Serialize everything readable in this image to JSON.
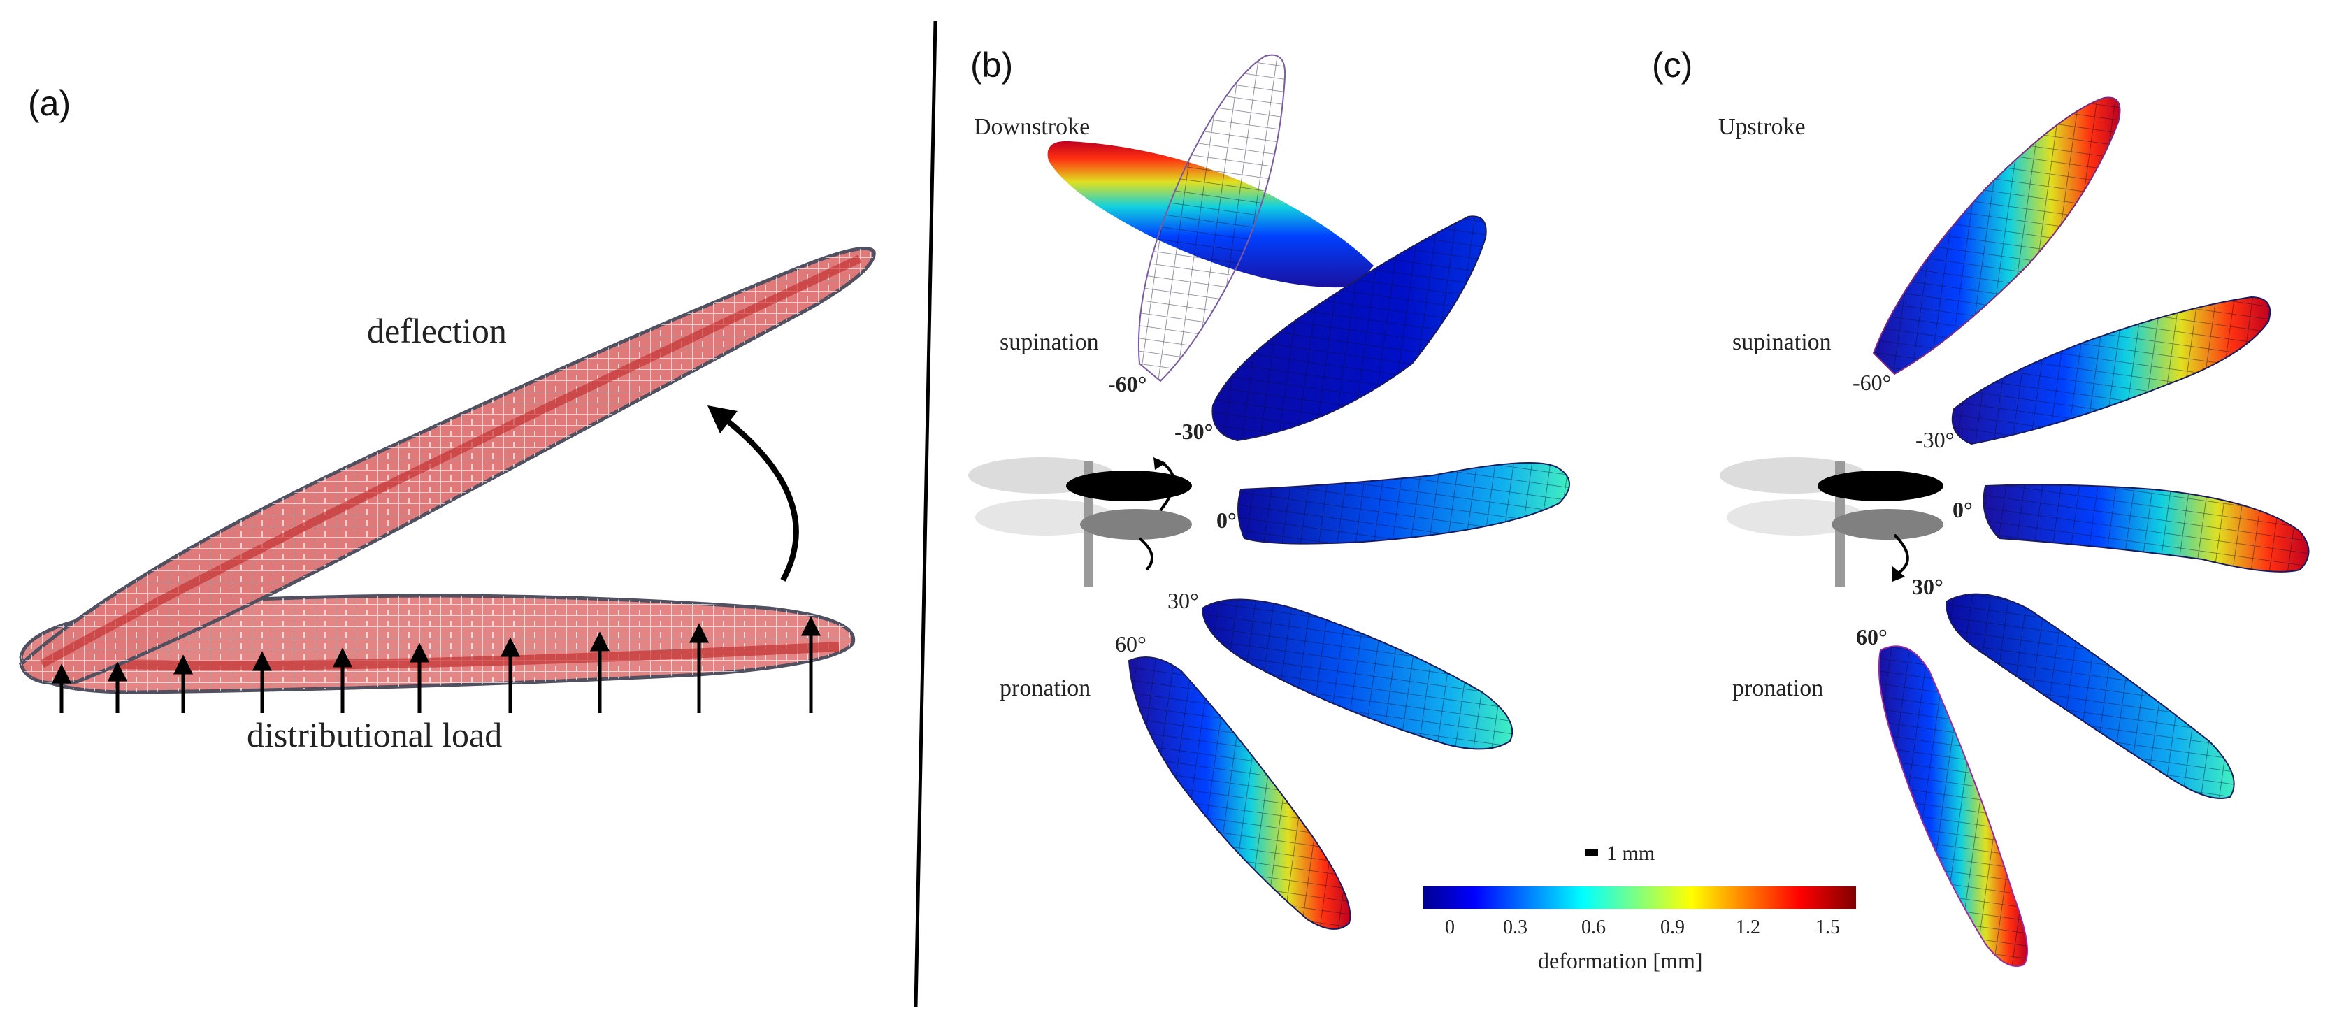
{
  "panels": {
    "a": {
      "label": "(a)",
      "deflection": "deflection",
      "load": "distributional load"
    },
    "b": {
      "label": "(b)",
      "stroke": "Downstroke",
      "supination": "supination",
      "pronation": "pronation",
      "angles": [
        "-60°",
        "-30°",
        "0°",
        "30°",
        "60°"
      ],
      "tip_deformation_mm": [
        1.55,
        0.15,
        0.7,
        0.8,
        1.6
      ]
    },
    "c": {
      "label": "(c)",
      "stroke": "Upstroke",
      "supination": "supination",
      "pronation": "pronation",
      "angles": [
        "-60°",
        "-30°",
        "0°",
        "30°",
        "60°"
      ],
      "tip_deformation_mm": [
        1.5,
        1.45,
        1.5,
        0.7,
        1.4
      ]
    }
  },
  "scale_bar": {
    "label": "1 mm"
  },
  "colorbar": {
    "ticks": [
      "0",
      "0.3",
      "0.6",
      "0.9",
      "1.2",
      "1.5"
    ],
    "title": "deformation [mm]",
    "range": [
      0,
      1.65
    ]
  },
  "colors": {
    "wing_a": "#e07a7a",
    "colormap": [
      "#00008f",
      "#0000ff",
      "#00ffff",
      "#ffff00",
      "#ff0000",
      "#800000"
    ]
  }
}
